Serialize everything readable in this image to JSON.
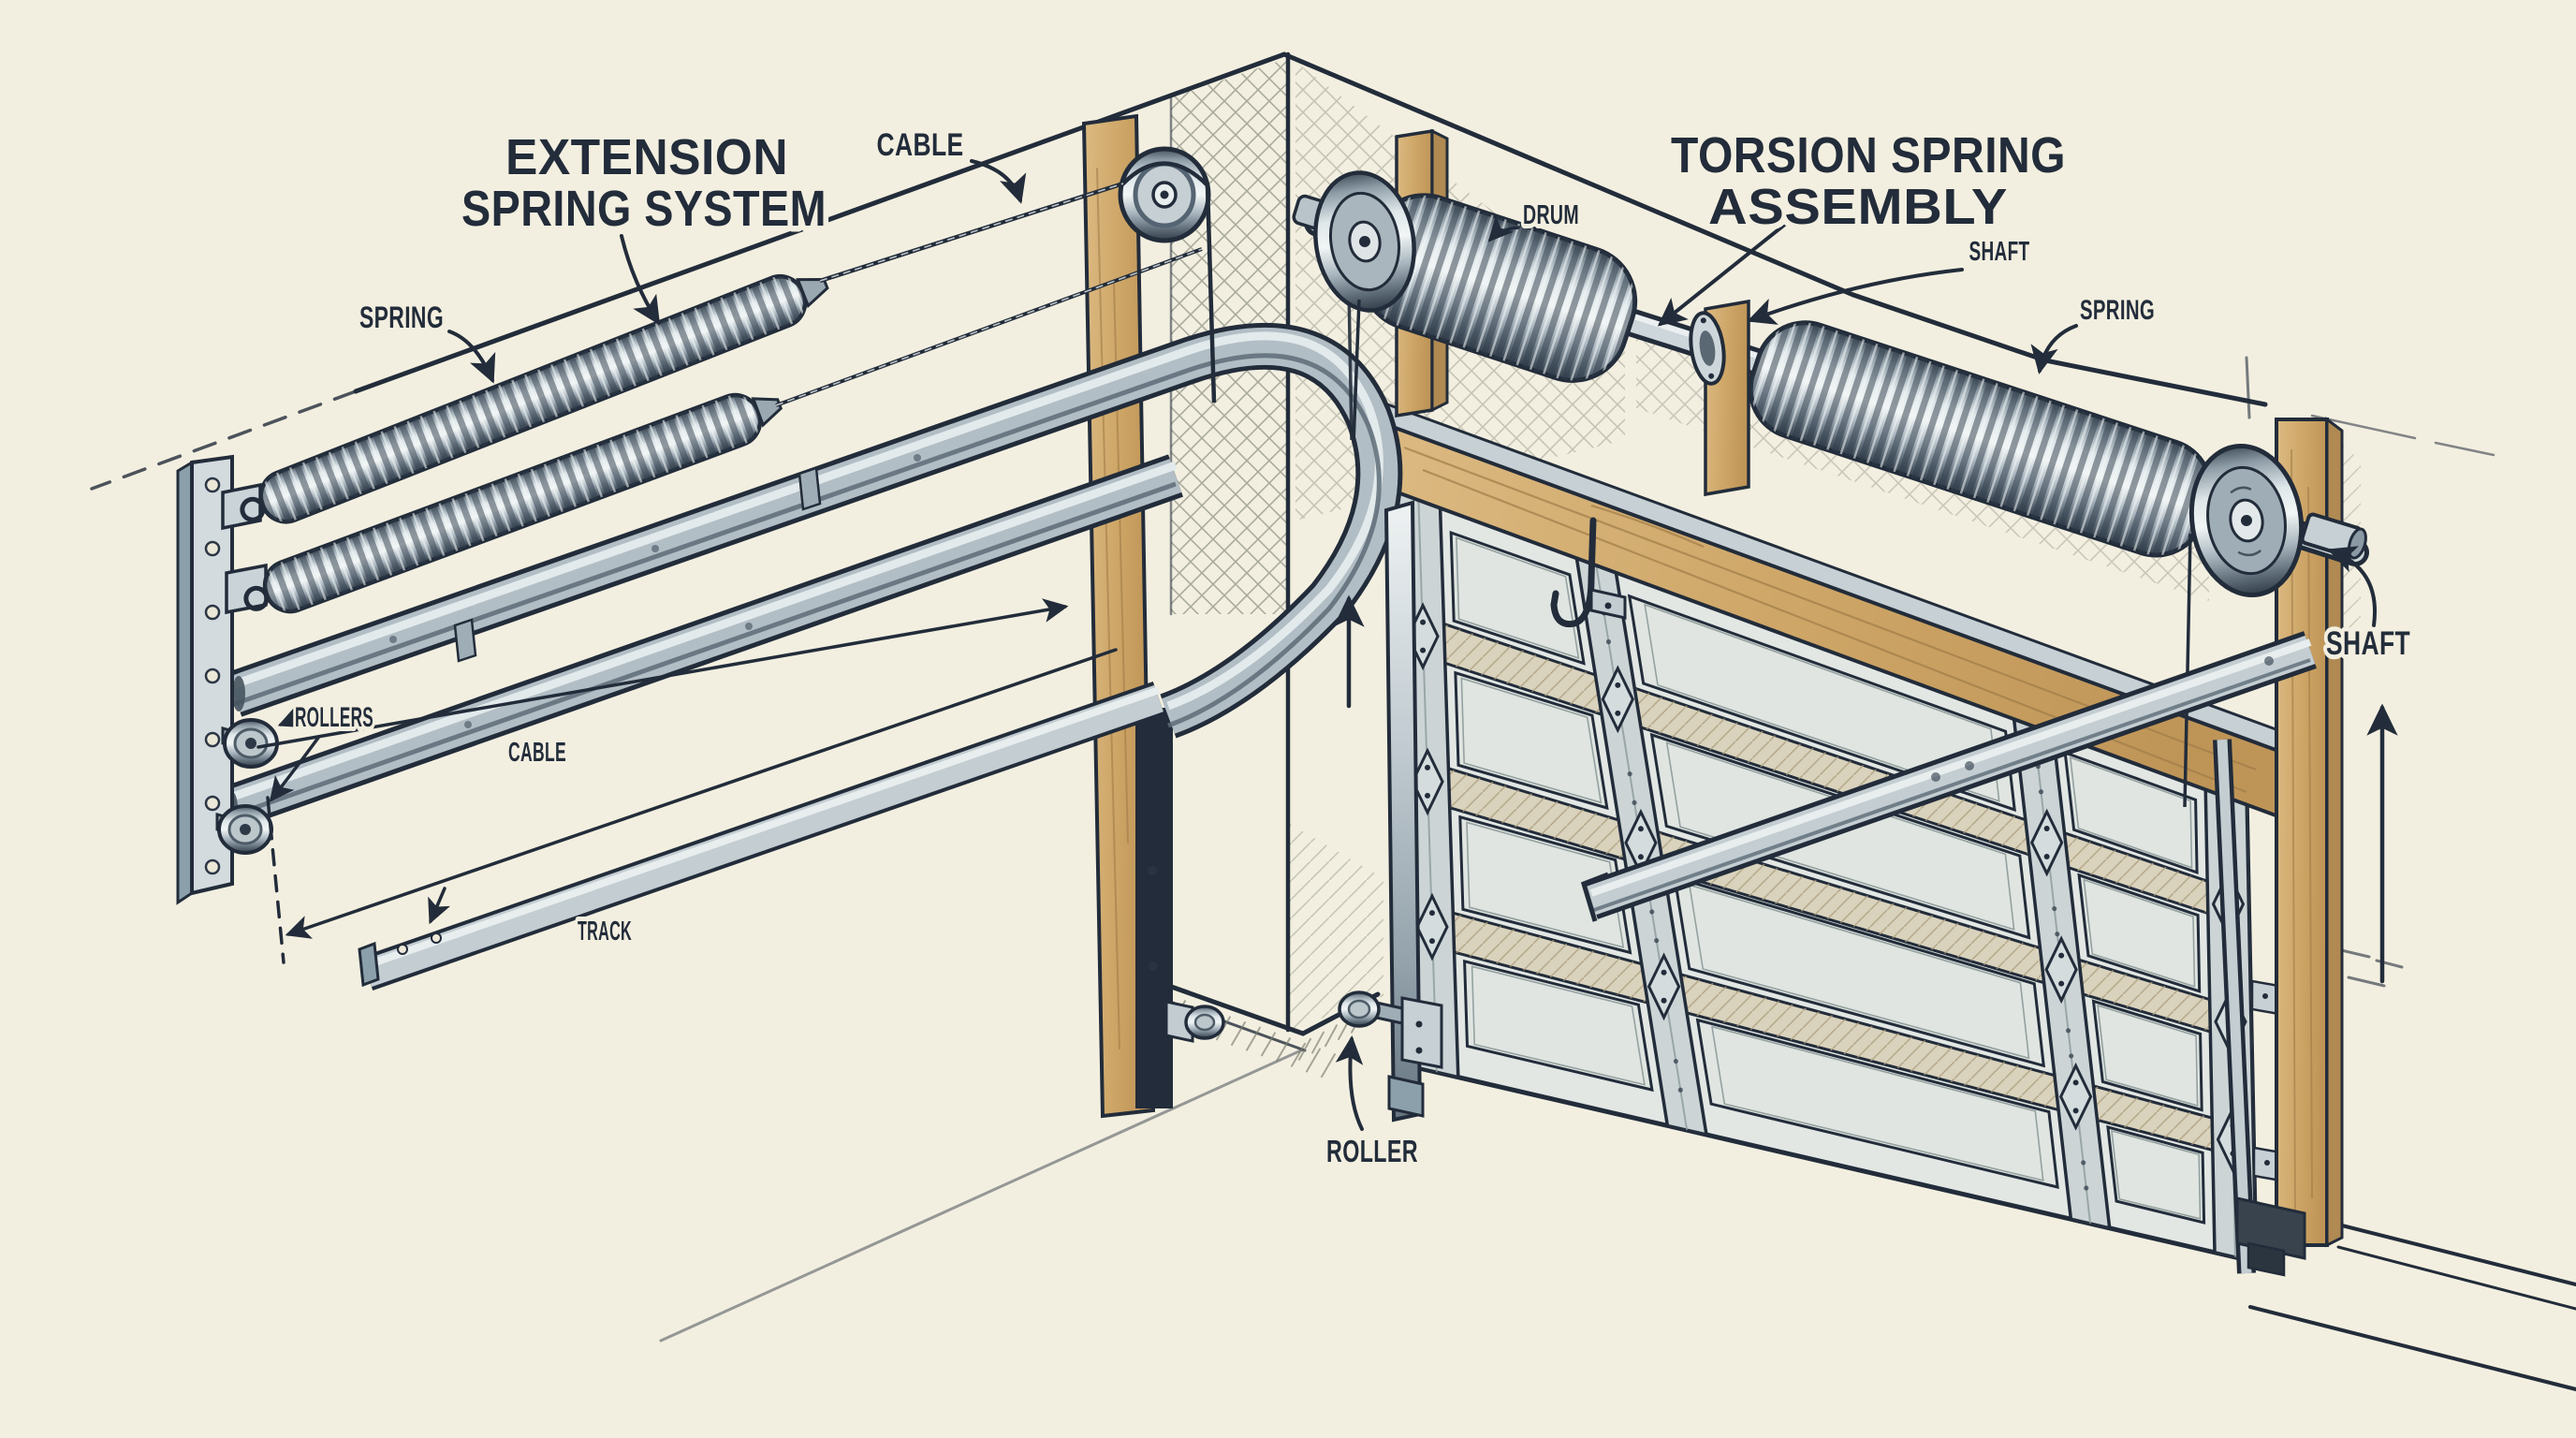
{
  "diagram_title": "Garage door spring systems comparison illustration",
  "systems": {
    "extension": {
      "title_line1": "EXTENSION",
      "title_line2": "SPRING SYSTEM",
      "labels": {
        "spring": "SPRING",
        "cable_top": "CABLE",
        "rollers": "ROLLERS",
        "cable_mid": "CABLE",
        "track": "TRACK"
      }
    },
    "torsion": {
      "title_line1": "TORSION SPRING",
      "title_line2": "ASSEMBLY",
      "labels": {
        "drum": "DRUM",
        "shaft_top": "SHAFT",
        "spring": "SPRING",
        "shaft_side": "SHAFT",
        "roller": "ROLLER"
      }
    }
  },
  "palette": {
    "background": "#f3efe0",
    "ink": "#222c3a",
    "metal_light": "#e6ecee",
    "metal_mid": "#b2bec5",
    "metal_dark": "#5d6c77",
    "wood": "#d2ad74",
    "wood_dark": "#b08a52",
    "door_panel": "#e0e5e1",
    "door_band": "#d9d2bc",
    "hatch": "#a6a799"
  }
}
